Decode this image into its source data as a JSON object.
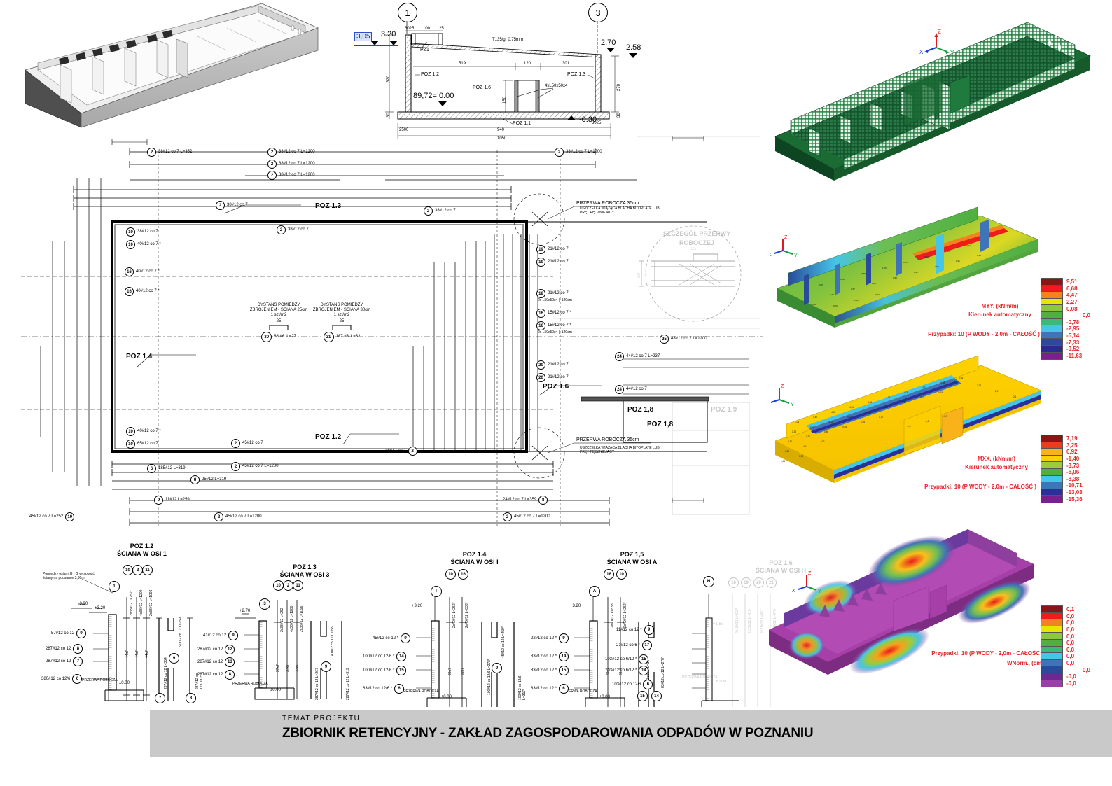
{
  "title_block": {
    "subtitle": "TEMAT  PROJEKTU",
    "title": "ZBIORNIK RETENCYJNY - ZAKŁAD ZAGOSPODAROWANIA ODPADÓW W POZNANIU"
  },
  "section": {
    "grid_left": "1",
    "grid_right": "3",
    "water_level_box": "3,05",
    "levels": {
      "l320": "3.20",
      "l270": "2.70",
      "l258": "2.58",
      "zero": "89,72= 0.00",
      "minus030": "-0.30"
    },
    "dims_top": [
      "3025",
      "100",
      "25"
    ],
    "dims_right": [
      "3025"
    ],
    "roof_note": "T135/gr 0.75mm",
    "pz1": "PZ1",
    "inner_dims": [
      "519",
      "120",
      "301"
    ],
    "heights": [
      "320",
      "270",
      "30",
      "30",
      "150"
    ],
    "bottom_dims": [
      "2500",
      "940",
      "1050"
    ],
    "angle_note": "4xL50x50x4",
    "poz": [
      "POZ 1.2",
      "POZ 1.3",
      "POZ 1.6",
      "POZ 1.1"
    ]
  },
  "plan": {
    "poz_labels": [
      "POZ 1.3",
      "POZ 1.4",
      "POZ 1.2",
      "POZ 1.6",
      "POZ 1,8",
      "POZ 1,8",
      "POZ 1,9"
    ],
    "przerwa_top": "PRZERWA ROBOCZA 35cm",
    "przerwa_bottom": "PRZERWA ROBOCZA 35cm",
    "detail_title_l1": "SZCZEGÓŁ PRZERWY",
    "detail_title_l2": "ROBOCZEJ",
    "detail_dims": [
      "35",
      "30"
    ],
    "uszczelka_note": "USZCZELKA WIĄŻĄCA BLACHA BITOPLATE LUB\nPRĘT PĘCZNIEJĄCY",
    "spacers": [
      {
        "l1": "DYSTANS  POMIĘDZY",
        "l2": "ZBROJENIEM - ŚCIANA 25cm",
        "l3": "1 szt/m2",
        "tick": "25",
        "num": "30",
        "qty": "68 #6",
        "len": "L=27"
      },
      {
        "l1": "DYSTANS  POMIĘDZY",
        "l2": "ZBROJENIEM - ŚCIANA 30cm",
        "l3": "1 szt/m2",
        "tick": "25",
        "num": "31",
        "qty": "187 #6",
        "len": "L=32"
      }
    ],
    "top_bars": [
      {
        "num": "2",
        "txt": "38#12 co 7 L=352"
      },
      {
        "num": "2",
        "txt": "38#12 co 7 L=1200"
      },
      {
        "num": "2",
        "txt": "38#12 co 7 L=1200"
      },
      {
        "num": "2",
        "txt": "38#12 co 7 L=1200"
      },
      {
        "num": "2",
        "txt": "38#12 co 7 L=1200"
      },
      {
        "num": "2",
        "txt": "38#12 co 7"
      },
      {
        "num": "2",
        "txt": "38#12 co 7"
      },
      {
        "num": "2",
        "txt": "38#12 co 7"
      }
    ],
    "bottom_bars": [
      {
        "num": "2",
        "txt": "45#12 co 7"
      },
      {
        "num": "2",
        "txt": "45#12 co 7"
      },
      {
        "num": "2",
        "txt": "45#12 co 7 L=1200"
      },
      {
        "num": "2",
        "txt": "45#12 co 7 L=1200"
      },
      {
        "num": "2",
        "txt": "45#12 co 7 L=1200"
      },
      {
        "num": "10",
        "txt": "45#12 co 7 L=252"
      },
      {
        "num": "6",
        "txt": "185#12 L=319"
      },
      {
        "num": "8",
        "txt": "25#12 L=319"
      },
      {
        "num": "9",
        "txt": "11#12 L=259"
      },
      {
        "num": "8",
        "txt": "24#12 co 7 L=359"
      }
    ],
    "left_bars": [
      {
        "num": "10",
        "txt": "38#12 co 7"
      },
      {
        "num": "10",
        "txt": "40#12 co 7 *"
      },
      {
        "num": "16",
        "txt": "40#12 co 7 *"
      },
      {
        "num": "16",
        "txt": "40#12 co 7 *"
      },
      {
        "num": "10",
        "txt": "40#12 co 7 *"
      },
      {
        "num": "10",
        "txt": "65#12 co 7"
      }
    ],
    "right_bars": [
      {
        "num": "19",
        "txt": "21#12 co 7"
      },
      {
        "num": "19",
        "txt": "21#12 co 7"
      },
      {
        "num": "18",
        "txt": "21#12 co 7"
      },
      {
        "num": "16",
        "txt": "15#12 co 7 *"
      },
      {
        "num": "16",
        "txt": "15#12 co 7 *"
      },
      {
        "num": "20",
        "txt": "21#12 co 7"
      },
      {
        "num": "20",
        "txt": "21#12 co 7"
      },
      {
        "num": "25",
        "txt": "43#12 co 7 L=1200"
      },
      {
        "num": "24",
        "txt": "44#12 co 7 L=237"
      },
      {
        "num": "24",
        "txt": "44#12 co 7"
      },
      {
        "num": "24",
        "txt": "44#12 co 7"
      }
    ],
    "note_l50": "2x L50x50x4 || 120cm"
  },
  "elevations": [
    {
      "poz": "POZ 1.2",
      "wall": "ŚCIANA W OSI 1",
      "axis": "1",
      "note": "Pomiędzy osiami B - G wysokość\nściany na podsumie 3,30m",
      "lvl_top": "+3.30",
      "lvl_top2": "+3.20",
      "lvl_bot": "±0.00",
      "przerwa": "PRZERWA ROBOCZA",
      "rows": [
        {
          "txt": "57#12 co 12",
          "num": "9"
        },
        {
          "txt": "287#12 co 12",
          "num": "8"
        },
        {
          "txt": "287#12 co 12",
          "num": "7"
        },
        {
          "txt": "380#12 co 12/6",
          "num": "6"
        }
      ],
      "verticals": [
        {
          "num": "10",
          "txt": "2x38#12  L=252",
          "sub": "44x7"
        },
        {
          "num": "2",
          "txt": "4x38#12  L=1200",
          "sub": "44x7"
        },
        {
          "num": "11",
          "txt": "2x38#12  L=1096",
          "sub": "44x7"
        }
      ],
      "shapes": [
        {
          "num": "7",
          "txt": "287#12 co 12  L=354",
          "a": "25",
          "b": "305"
        },
        {
          "num": "9",
          "txt": "57#12 co 12  L=259",
          "a": "25",
          "b": "209"
        },
        {
          "num": "6",
          "txt": "380#12 co 12/6  L=319",
          "a": "25",
          "b": "190"
        },
        {
          "num": "8",
          "txt": "287#12 co 12  L=315",
          "a": "305"
        }
      ]
    },
    {
      "poz": "POZ 1.3",
      "wall": "ŚCIANA W OSI 3",
      "axis": "3",
      "lvl_top": "+2.70",
      "lvl_bot": "±0.00",
      "przerwa": "PRZERWA ROBOCZA",
      "rows": [
        {
          "txt": "41#12 co 12",
          "num": "9"
        },
        {
          "txt": "287#12 co 12",
          "num": "12"
        },
        {
          "txt": "287#12 co 12",
          "num": "13"
        },
        {
          "txt": "287#12 co 12",
          "num": "8"
        }
      ],
      "verticals": [
        {
          "num": "10",
          "txt": "2x38#12  L=252",
          "sub": "37x7"
        },
        {
          "num": "2",
          "txt": "4x38#12  L=1200",
          "sub": "37x7"
        },
        {
          "num": "11",
          "txt": "2x38#12  L=1096",
          "sub": "37x7"
        }
      ],
      "shapes": [
        {
          "num": "12",
          "txt": "287#12 co 12  L=267"
        },
        {
          "num": "9",
          "txt": "41#12 co 12  L=259"
        },
        {
          "num": "13",
          "txt": "287#12 co 12  L=305"
        },
        {
          "num": "8",
          "txt": "287#12 co 12  L=319"
        }
      ]
    },
    {
      "poz": "POZ 1.4",
      "wall": "ŚCIANA W OSI I",
      "axis": "I",
      "lvl_top": "+3.20",
      "lvl_bot": "±0.00",
      "przerwa": "PRZERWA ROBOCZA",
      "rows": [
        {
          "txt": "45#12 co 12 *",
          "num": "9"
        },
        {
          "txt": "100#12 co 12/6 *",
          "num": "14"
        },
        {
          "txt": "100#12 co 12/6 *",
          "num": "15"
        },
        {
          "txt": "63#12 co 12/6 *",
          "num": "6"
        }
      ],
      "verticals": [
        {
          "num": "10",
          "txt": "2x40#12  L=252*",
          "sub": "39x7"
        },
        {
          "num": "16",
          "txt": "2x40#12  L=838*",
          "sub": "39x7"
        }
      ],
      "shapes": [
        {
          "num": "14",
          "txt": "100#12 co 12/6  L=278*"
        },
        {
          "num": "9",
          "txt": "45#12 co 12  L=259*"
        },
        {
          "num": "15",
          "txt": "100#12 co 12/6  L=317*"
        }
      ]
    },
    {
      "poz": "POZ 1,5",
      "wall": "ŚCIANA W OSI A",
      "axis": "A",
      "lvl_top": "+3.20",
      "lvl_bot": "±0.00",
      "przerwa": "PRZERWA ROBOCZA",
      "rows": [
        {
          "txt": "22#12 co 12 *",
          "num": "9"
        },
        {
          "txt": "83#12 co 12 *",
          "num": "14"
        },
        {
          "txt": "83#12 co 12 *",
          "num": "15"
        },
        {
          "txt": "83#12 co 12 *",
          "num": "6"
        }
      ],
      "verticals": [
        {
          "num": "16",
          "txt": "2x40#12  L=838*",
          "sub": "39x7"
        },
        {
          "num": "10",
          "txt": "2x40#12  L=252*",
          "sub": "39x7"
        }
      ],
      "shapes": [
        {
          "num": "9",
          "txt": "22#12 co 12  L=259*"
        },
        {
          "num": "15",
          "txt": "83#12 co 12  L=317*"
        },
        {
          "num": "14",
          "txt": "83#12 co 12  L=278*"
        }
      ]
    },
    {
      "poz": "POZ 1,6",
      "wall": "ŚCIANA W OSI H",
      "axis": "H",
      "lvl_top": "+1.50",
      "lvl_bot": "±0.00",
      "przerwa": "PRZERWA ROBOCZA",
      "rows": [
        {
          "txt": "11#12 co 12 *",
          "num": "9"
        },
        {
          "txt": "21#12 co 6 *",
          "num": "17"
        },
        {
          "txt": "103#12 co 6/12 *",
          "num": "15"
        },
        {
          "txt": "103#12 co 6/12 *",
          "num": "14"
        },
        {
          "txt": "103#12 co 12/6",
          "num": "6"
        }
      ],
      "verticals": [
        {
          "num": "18",
          "txt": "2x18#12  L=838*",
          "sub": "17x7"
        },
        {
          "num": "19",
          "txt": "2x21#12  L=410",
          "sub": "20x7"
        },
        {
          "num": "20",
          "txt": "2x21#12  L=457",
          "sub": "20x7"
        },
        {
          "num": "21",
          "txt": "2x21#12  L=470",
          "sub": "20x7"
        }
      ]
    }
  ],
  "fem": {
    "mesh_view": {
      "name": "mesh-model",
      "axes": [
        "Z",
        "Y",
        "X"
      ]
    },
    "myy": {
      "label_line1": "MYY, (kNm/m)",
      "label_line2": "Kierunek automatyczny",
      "case": "Przypadki:  10 (P WODY - 2,0m - CAŁOŚĆ )",
      "values": [
        "9,51",
        "6,68",
        "4,47",
        "2,27",
        "0,08",
        "0,0",
        "-0,78",
        "-2,95",
        "-5,14",
        "-7,33",
        "-9,52",
        "-11,63"
      ],
      "colors": [
        "#8b1414",
        "#ee1c1c",
        "#f58220",
        "#e9e400",
        "#8dc63f",
        "#4faf3f",
        "#3cb878",
        "#45c6e8",
        "#3f74b8",
        "#2a4b9b",
        "#2b2b8f",
        "#7a1f8f"
      ]
    },
    "mxx": {
      "label_line1": "MXX, (kNm/m)",
      "label_line2": "Kierunek automatyczny",
      "case": "Przypadki:  10 (P WODY - 2,0m - CAŁOŚĆ )",
      "values": [
        "7,19",
        "3,25",
        "0,92",
        "-1,40",
        "-3,73",
        "-6,06",
        "-8,38",
        "-10,71",
        "-13,03",
        "-15,36"
      ],
      "colors": [
        "#8b1414",
        "#ee3b1c",
        "#f9b21a",
        "#fdd000",
        "#9ccb3b",
        "#4faf3f",
        "#45c6e8",
        "#3f74b8",
        "#2a2f9b",
        "#7a1f8f"
      ]
    },
    "wnorm": {
      "case": "Przypadki:  10 (P WODY - 2,0m - CAŁOŚĆ )",
      "label_line1": "WNorm., (cm)",
      "values": [
        "0,1",
        "0,0",
        "0,0",
        "0,0",
        "0,0",
        "0,0",
        "0,0",
        "0,0",
        "0,0",
        "0,0",
        "-0,0",
        "-0,0"
      ],
      "colors": [
        "#8b1414",
        "#ee1c1c",
        "#f58220",
        "#e9e400",
        "#8dc63f",
        "#4faf3f",
        "#3cb878",
        "#45c6e8",
        "#3f74b8",
        "#2a4b9b",
        "#6b2a8f",
        "#9b3fa8"
      ]
    }
  },
  "colors": {
    "accent_red": "#e8252a",
    "water_blue": "#1747d6",
    "title_bg": "#c9c9c9",
    "mesh_green": "#1d6b35"
  }
}
